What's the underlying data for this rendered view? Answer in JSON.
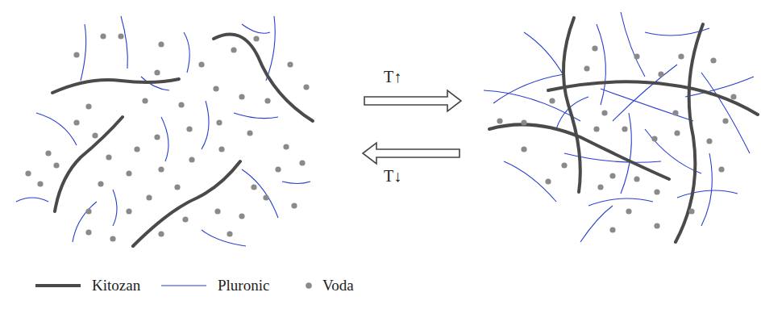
{
  "diagram": {
    "labels": [
      "T↑",
      "T↓"
    ],
    "legend": [
      {
        "text": "Kitozan"
      },
      {
        "text": "Pluronic"
      },
      {
        "text": "Voda"
      }
    ]
  }
}
